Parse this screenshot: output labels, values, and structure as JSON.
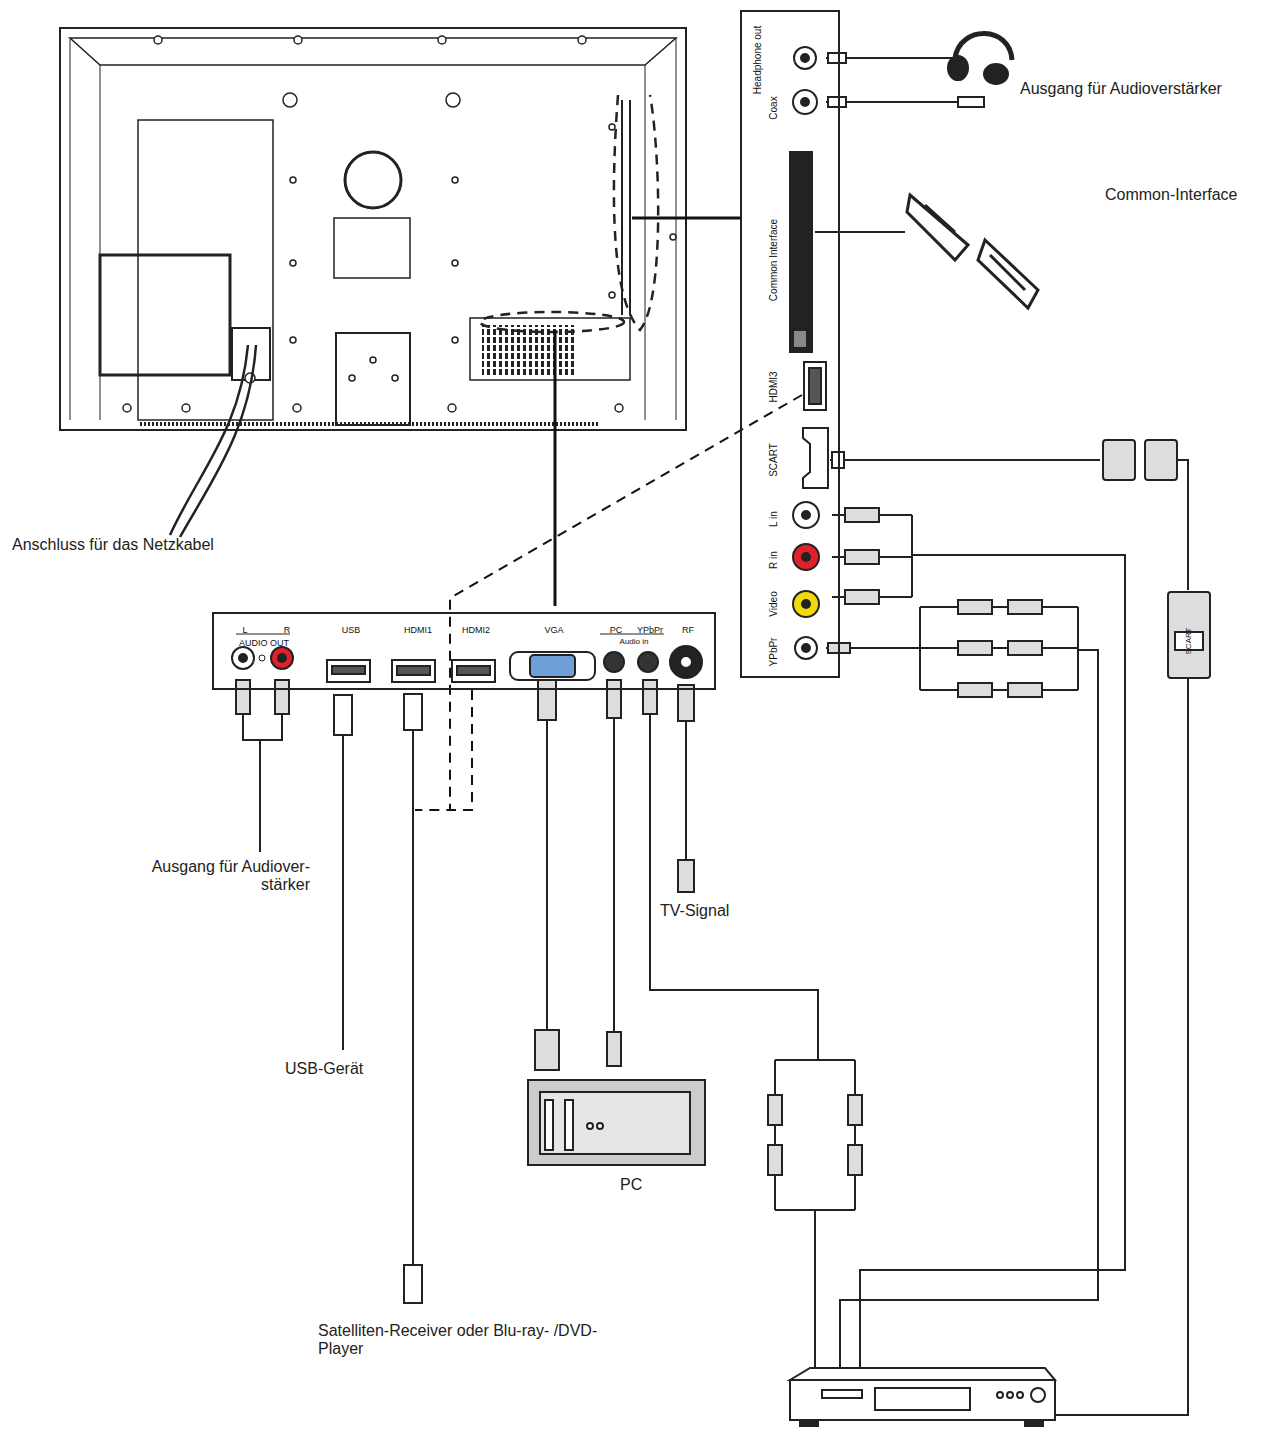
{
  "diagram": {
    "nodes": [
      {
        "text": [
          "Headphone out",
          "Coax",
          "Common Interface",
          "HDMI3",
          "SCART",
          "L in",
          "R in",
          "Video",
          "YPbPr"
        ]
      },
      {
        "text": [
          "AUDIO OUT",
          "L",
          "R",
          "USB",
          "HDMI1",
          "HDMI2",
          "VGA",
          "PC",
          "YPbPr",
          "Audio in",
          "RF"
        ]
      }
    ],
    "labels": [
      "Ausgang für Audioverstärker",
      "Common-Interface",
      "Anschluss für das Netzkabel",
      "Ausgang für Audiover- stärker",
      "USB-Gerät",
      "TV-Signal",
      "PC",
      "Satelliten-Receiver oder Blu-ray- /DVD-Player",
      "SCART"
    ]
  }
}
